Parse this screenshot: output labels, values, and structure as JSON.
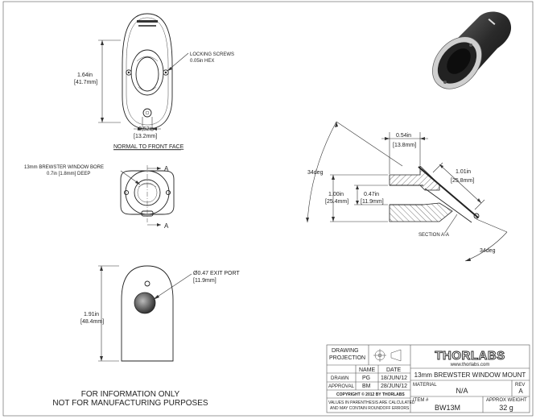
{
  "views": {
    "front": {
      "callout": [
        "LOCKING SCREWS",
        "0.05in HEX"
      ],
      "height_in": "1.64in",
      "height_mm": "[41.7mm]",
      "width_in": "0.52in",
      "width_mm": "[13.2mm]",
      "caption": "NORMAL TO FRONT FACE"
    },
    "top": {
      "callout": [
        "13mm BREWSTER WINDOW BORE",
        "0.7in [1.8mm] DEEP"
      ],
      "section_letter_top": "A",
      "section_letter_bottom": "A"
    },
    "side": {
      "callout": [
        "Ø0.47 EXIT PORT",
        "[11.9mm]"
      ],
      "height_in": "1.91in",
      "height_mm": "[48.4mm]"
    },
    "section": {
      "top_dim_in": "0.54in",
      "top_dim_mm": "[13.8mm]",
      "height_in": "1.00in",
      "height_mm": "[25.4mm]",
      "bore_in": "0.47in",
      "bore_mm": "[11.9mm]",
      "slant_in": "1.01in",
      "slant_mm": "[25.8mm]",
      "angle_left": "34deg",
      "angle_right": "34deg",
      "label": "SECTION A-A"
    }
  },
  "notice": [
    "FOR INFORMATION ONLY",
    "NOT FOR MANUFACTURING PURPOSES"
  ],
  "title_block": {
    "projection_label": [
      "DRAWING",
      "PROJECTION"
    ],
    "col_name": "NAME",
    "col_date": "DATE",
    "drawn_label": "DRAWN",
    "drawn_name": "PG",
    "drawn_date": "18/JUN/12",
    "approval_label": "APPROVAL",
    "approval_name": "BM",
    "approval_date": "28/JUN/12",
    "copyright": "COPYRIGHT © 2012 BY THORLABS",
    "disclaimer": [
      "VALUES IN PARENTHESIS ARE CALCULATED",
      "AND MAY CONTAIN ROUNDOFF ERRORS"
    ],
    "brand": "THORLABS",
    "url": "www.thorlabs.com",
    "title": "13mm BREWSTER WINDOW MOUNT",
    "material_label": "MATERIAL",
    "material_value": "N/A",
    "rev_label": "REV",
    "rev_value": "A",
    "item_label": "ITEM #",
    "item_value": "BW13M",
    "weight_label": "APPROX WEIGHT",
    "weight_value": "32 g"
  }
}
